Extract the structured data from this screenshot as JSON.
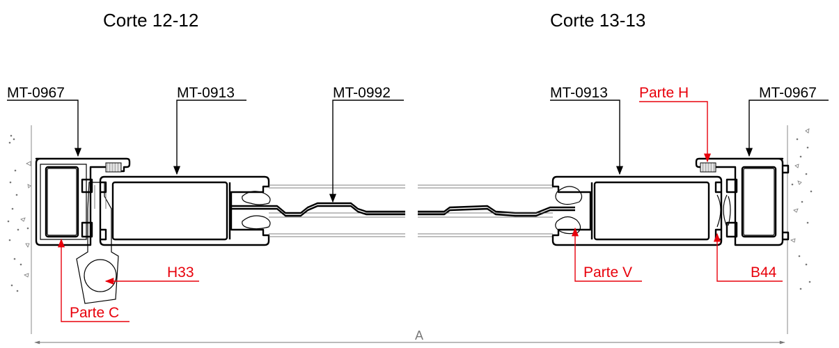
{
  "titles": {
    "left": "Corte 12-12",
    "right": "Corte 13-13"
  },
  "labels": {
    "left_frame": "MT-0967",
    "left_sash": "MT-0913",
    "center_bead": "MT-0992",
    "right_sash": "MT-0913",
    "right_frame": "MT-0967"
  },
  "part_labels": {
    "parte_h": "Parte H",
    "parte_c": "Parte C",
    "h33": "H33",
    "parte_v": "Parte V",
    "b44": "B44"
  },
  "dimension": {
    "label": "A"
  },
  "colors": {
    "lines": "#000000",
    "parts": "#e8000b",
    "dimension": "#777777"
  }
}
